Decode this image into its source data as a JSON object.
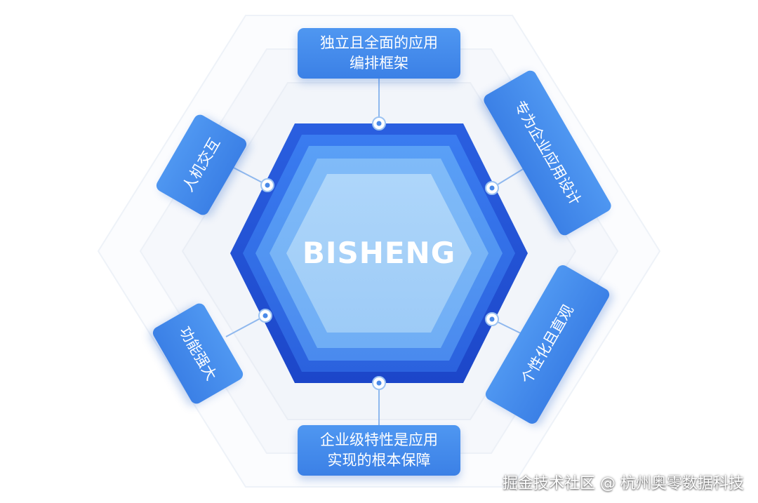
{
  "center": {
    "title": "BISHENG"
  },
  "labels": {
    "top": {
      "line1": "独立且全面的应用",
      "line2": "编排框架"
    },
    "upper_left": {
      "text": "人机交互"
    },
    "upper_right": {
      "text": "专为企业应用设计"
    },
    "lower_left": {
      "text": "功能强大"
    },
    "lower_right": {
      "text": "个性化且直观"
    },
    "bottom": {
      "line1": "企业级特性是应用",
      "line2": "实现的根本保障"
    }
  },
  "watermark": "掘金技术社区 @ 杭州奥零数据科技",
  "colors": {
    "label_bg": "#4a90ee",
    "hex_outer": "#1f4fd6",
    "hex_inner": "#a9d3f7",
    "connector": "#8fb8ee"
  }
}
